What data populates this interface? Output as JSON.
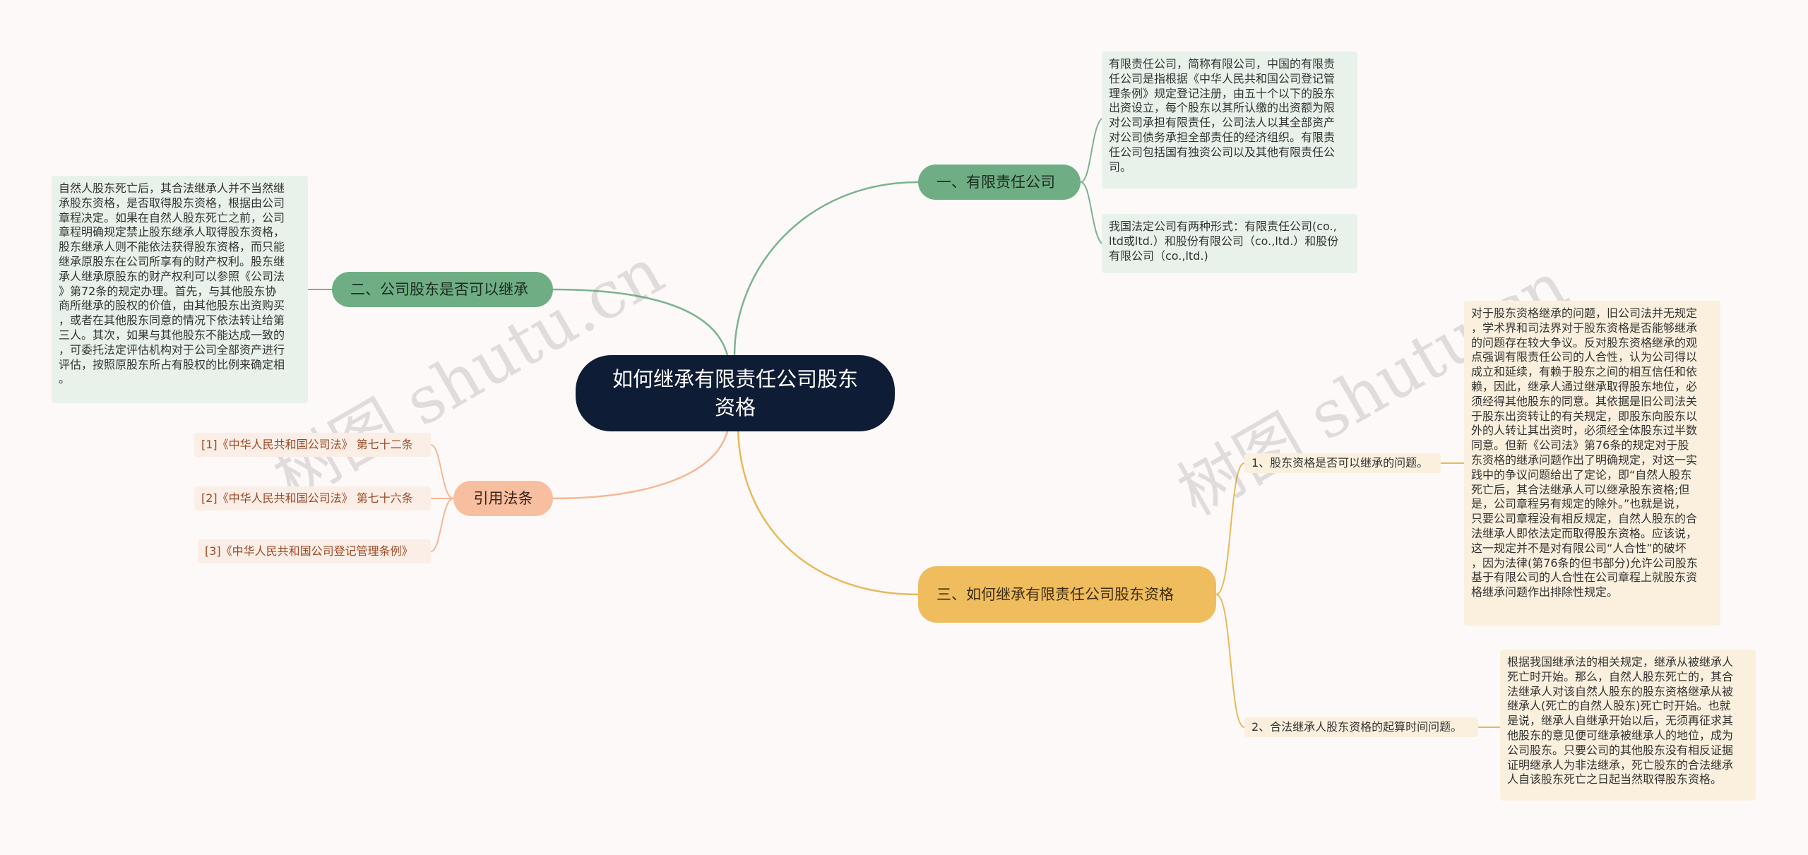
{
  "watermark": "树图 shutu.cn",
  "root": {
    "title": "如何继承有限责任公司股东资格"
  },
  "branches": {
    "b1": {
      "title": "一、有限责任公司",
      "notes": [
        "有限责任公司，简称有限公司，中国的有限责\n任公司是指根据《中华人民共和国公司登记管\n理条例》规定登记注册，由五十个以下的股东\n出资设立，每个股东以其所认缴的出资额为限\n对公司承担有限责任，公司法人以其全部资产\n对公司债务承担全部责任的经济组织。有限责\n任公司包括国有独资公司以及其他有限责任公\n司。",
        "我国法定公司有两种形式：有限责任公司(co.,\nltd或ltd.）和股份有限公司（co.,ltd.）和股份\n有限公司（co.,ltd.)"
      ]
    },
    "b2": {
      "title": "二、公司股东是否可以继承",
      "note": "自然人股东死亡后，其合法继承人并不当然继\n承股东资格，是否取得股东资格，根据由公司\n章程决定。如果在自然人股东死亡之前，公司\n章程明确规定禁止股东继承人取得股东资格，\n股东继承人则不能依法获得股东资格，而只能\n继承原股东在公司所享有的财产权利。股东继\n承人继承原股东的财产权利可以参照《公司法\n》第72条的规定办理。首先，与其他股东协\n商所继承的股权的价值，由其他股东出资购买\n，或者在其他股东同意的情况下依法转让给第\n三人。其次，如果与其他股东不能达成一致的\n，可委托法定评估机构对于公司全部资产进行\n评估，按照原股东所占有股权的比例来确定相\n。"
    },
    "b3": {
      "title": "引用法条",
      "refs": [
        "[1]《中华人民共和国公司法》 第七十二条",
        "[2]《中华人民共和国公司法》 第七十六条",
        "[3]《中华人民共和国公司登记管理条例》"
      ]
    },
    "b4": {
      "title": "三、如何继承有限责任公司股东资格",
      "subs": [
        {
          "label": "1、股东资格是否可以继承的问题。",
          "note": "对于股东资格继承的问题，旧公司法并无规定\n，学术界和司法界对于股东资格是否能够继承\n的问题存在较大争议。反对股东资格继承的观\n点强调有限责任公司的人合性，认为公司得以\n成立和延续，有赖于股东之间的相互信任和依\n赖，因此，继承人通过继承取得股东地位，必\n须经得其他股东的同意。其依据是旧公司法关\n于股东出资转让的有关规定，即股东向股东以\n外的人转让其出资时，必须经全体股东过半数\n同意。但新《公司法》第76条的规定对于股\n东资格的继承问题作出了明确规定，对这一实\n践中的争议问题给出了定论，即“自然人股东\n死亡后，其合法继承人可以继承股东资格;但\n是，公司章程另有规定的除外。”也就是说，\n只要公司章程没有相反规定，自然人股东的合\n法继承人即依法定而取得股东资格。应该说，\n这一规定并不是对有限公司“人合性”的破坏\n，因为法律(第76条的但书部分)允许公司股东\n基于有限公司的人合性在公司章程上就股东资\n格继承问题作出排除性规定。"
        },
        {
          "label": "2、合法继承人股东资格的起算时间问题。",
          "note": "根据我国继承法的相关规定，继承从被继承人\n死亡时开始。那么，自然人股东死亡的，其合\n法继承人对该自然人股东的股东资格继承从被\n继承人(死亡的自然人股东)死亡时开始。也就\n是说，继承人自继承开始以后，无须再征求其\n他股东的意见便可继承被继承人的地位，成为\n公司股东。只要公司的其他股东没有相反证据\n证明继承人为非法继承，死亡股东的合法继承\n人自该股东死亡之日起当然取得股东资格。"
        }
      ]
    }
  },
  "colors": {
    "background": "#fdf9f8",
    "root": "#0e1d35",
    "green": "#6fae84",
    "orange": "#f7bea0",
    "yellow": "#f0bd5e"
  }
}
